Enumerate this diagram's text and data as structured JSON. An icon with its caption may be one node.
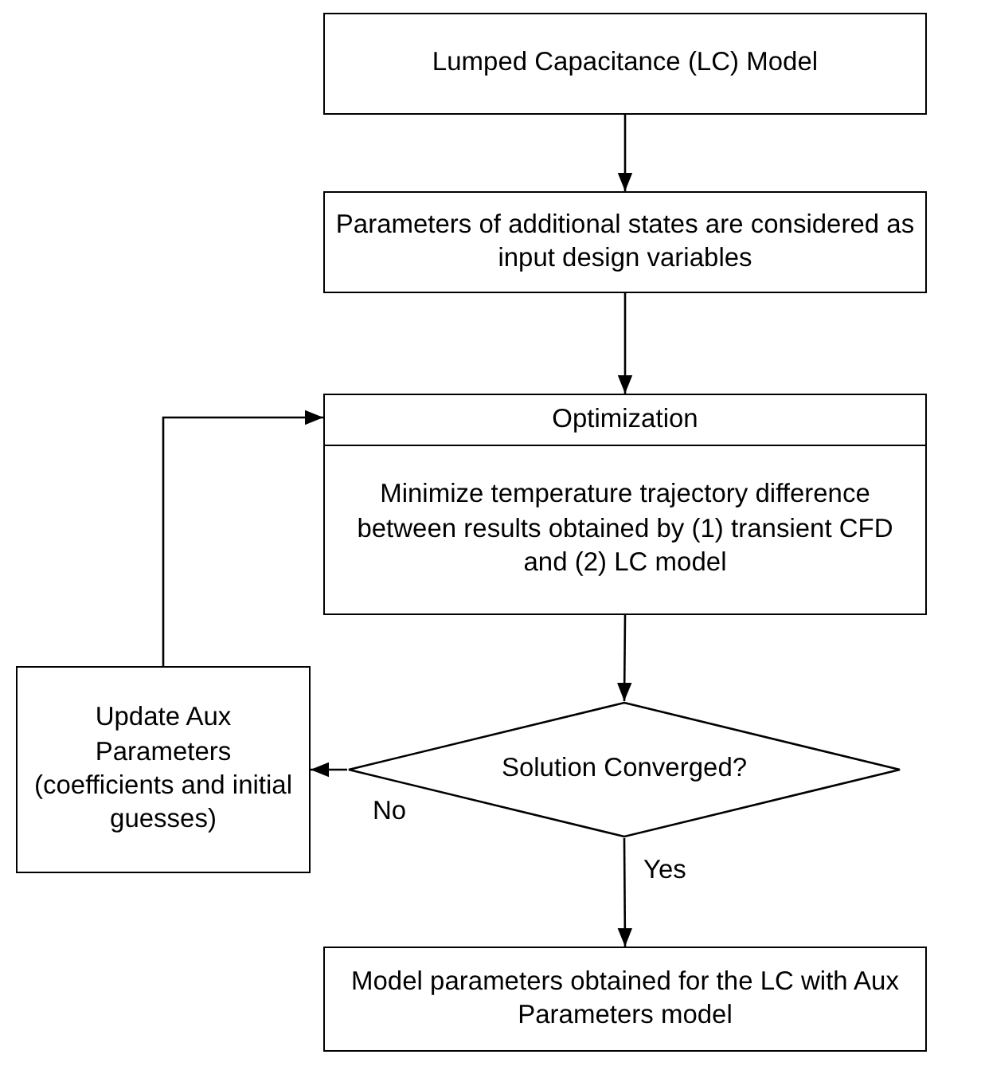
{
  "diagram": {
    "nodes": [
      {
        "text": [
          "Lumped Capacitance (LC) Model"
        ]
      },
      {
        "text": [
          "Parameters of additional states are considered as input design variables"
        ]
      },
      {
        "text": [
          "Optimization",
          "Minimize temperature trajectory difference between results obtained by (1) transient CFD and (2) LC model"
        ]
      },
      {
        "text": [
          "Solution Converged?"
        ]
      },
      {
        "text": [
          "Update Aux Parameters (coefficients and initial guesses)"
        ]
      },
      {
        "text": [
          "Model parameters obtained for the LC with Aux Parameters model"
        ]
      }
    ],
    "edges": [
      {
        "from": 0,
        "to": 1,
        "arrow": "to"
      },
      {
        "from": 1,
        "to": 2,
        "arrow": "to"
      },
      {
        "from": 2,
        "to": 3,
        "arrow": "to"
      },
      {
        "from": 3,
        "to": 4,
        "arrow": "to",
        "label": "No"
      },
      {
        "from": 4,
        "to": 2,
        "arrow": "to"
      },
      {
        "from": 3,
        "to": 5,
        "arrow": "to",
        "label": "Yes"
      }
    ]
  }
}
